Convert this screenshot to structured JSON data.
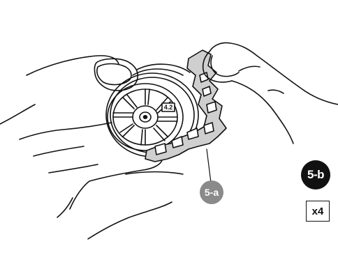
{
  "instruction": {
    "step_label": "5-b",
    "quantity_label": "x4",
    "callout_label": "5-a",
    "part_label": "4.2"
  },
  "colors": {
    "ink": "#111111",
    "callout_fill": "#8a8a8a",
    "part_fill": "#cfcfcf"
  }
}
